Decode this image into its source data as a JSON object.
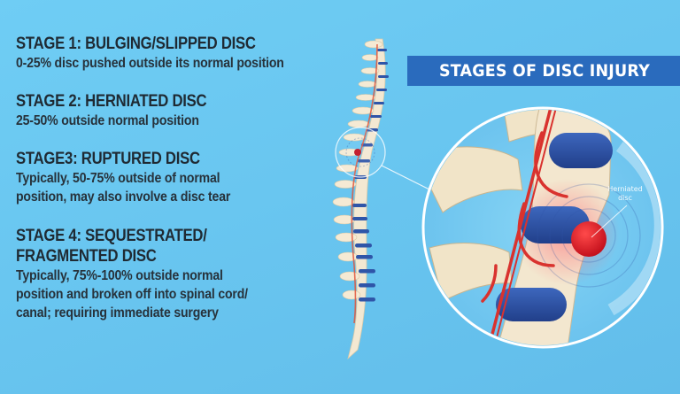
{
  "title": "STAGES OF DISC INJURY",
  "stages": [
    {
      "title_lines": [
        "STAGE 1: BULGING/SLIPPED DISC"
      ],
      "description_lines": [
        "0-25% disc pushed outside its normal position"
      ]
    },
    {
      "title_lines": [
        "STAGE 2: HERNIATED DISC"
      ],
      "description_lines": [
        "25-50% outside normal position"
      ]
    },
    {
      "title_lines": [
        "STAGE3: RUPTURED DISC"
      ],
      "description_lines": [
        "Typically, 50-75% outside of normal",
        "position, may also involve a disc tear"
      ]
    },
    {
      "title_lines": [
        "STAGE 4: SEQUESTRATED/",
        "FRAGMENTED DISC"
      ],
      "description_lines": [
        "Typically, 75%-100% outside normal",
        "position and broken off into spinal cord/",
        "canal; requiring immediate surgery"
      ]
    }
  ],
  "illustration": {
    "callout_lines": [
      "Herniated",
      "disc"
    ],
    "icons": [
      "spine-illustration",
      "magnifier-circle",
      "herniated-disc-closeup"
    ]
  },
  "colors": {
    "background": "#6bc8f2",
    "title_bar": "#2a6bbd",
    "text": "#1f2a33",
    "disc": "#2f55a8",
    "nerve": "#e0352f",
    "bone": "#f1e6cf",
    "herniation": "#e0202a"
  }
}
